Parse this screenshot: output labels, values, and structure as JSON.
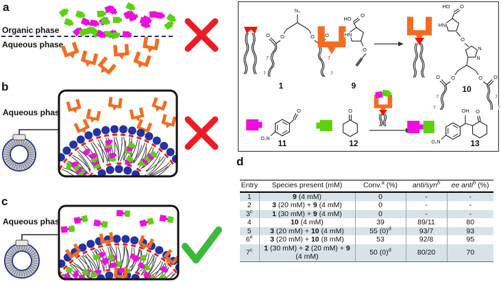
{
  "figure": {
    "panel_a": {
      "label": "a",
      "organic_phase": "Organic phase",
      "aqueous_phase": "Aqueous phase",
      "result_icon": "red-cross"
    },
    "panel_b": {
      "label": "b",
      "aqueous_phase": "Aqueous phase",
      "result_icon": "red-cross"
    },
    "panel_c": {
      "label": "c",
      "aqueous_phase": "Aqueous phase",
      "result_icon": "green-check"
    },
    "panel_d": {
      "label": "d"
    }
  },
  "scheme": {
    "atoms": {
      "n3": "N₃",
      "ho": "HO",
      "o": "O",
      "hn": "HN",
      "n": "N",
      "o2n": "O₂N",
      "oh": "OH",
      "seven": "7"
    },
    "compounds": {
      "c1": "1",
      "c9": "9",
      "c10": "10",
      "c11": "11",
      "c12": "12",
      "c13": "13"
    }
  },
  "table": {
    "headers": [
      [
        {
          "t": "Entry"
        }
      ],
      [
        {
          "t": "Species present (mM)"
        }
      ],
      [
        {
          "t": "Conv."
        },
        {
          "t": "a",
          "sup": true
        },
        {
          "t": " (%)"
        }
      ],
      [
        {
          "t": "anti/syn",
          "i": true
        },
        {
          "t": "b",
          "sup": true,
          "i": true
        }
      ],
      [
        {
          "t": "ee ",
          "i": true
        },
        {
          "t": "anti",
          "i": true
        },
        {
          "t": "b",
          "sup": true,
          "i": true
        },
        {
          "t": " (%)"
        }
      ]
    ],
    "rows": [
      {
        "shade": true,
        "cells": [
          [
            {
              "t": "1"
            }
          ],
          [
            {
              "t": "9",
              "b": true
            },
            {
              "t": " (4 mM)"
            }
          ],
          [
            {
              "t": "0"
            }
          ],
          [
            {
              "t": "-"
            }
          ],
          [
            {
              "t": "-"
            }
          ]
        ]
      },
      {
        "shade": false,
        "cells": [
          [
            {
              "t": "2"
            }
          ],
          [
            {
              "t": "3",
              "b": true
            },
            {
              "t": " (20 mM) + "
            },
            {
              "t": "9",
              "b": true
            },
            {
              "t": " (4 mM)"
            }
          ],
          [
            {
              "t": "0"
            }
          ],
          [
            {
              "t": "-"
            }
          ],
          [
            {
              "t": "-"
            }
          ]
        ]
      },
      {
        "shade": true,
        "cells": [
          [
            {
              "t": "3"
            },
            {
              "t": "c",
              "sup": true
            }
          ],
          [
            {
              "t": "1",
              "b": true
            },
            {
              "t": " (30 mM) + "
            },
            {
              "t": "9",
              "b": true
            },
            {
              "t": " (4 mM)"
            }
          ],
          [
            {
              "t": "0"
            }
          ],
          [
            {
              "t": "-"
            }
          ],
          [
            {
              "t": "-"
            }
          ]
        ]
      },
      {
        "shade": false,
        "cells": [
          [
            {
              "t": "4"
            }
          ],
          [
            {
              "t": "10",
              "b": true
            },
            {
              "t": " (4 mM)"
            }
          ],
          [
            {
              "t": "39"
            }
          ],
          [
            {
              "t": "89/11"
            }
          ],
          [
            {
              "t": "80"
            }
          ]
        ]
      },
      {
        "shade": true,
        "cells": [
          [
            {
              "t": "5"
            }
          ],
          [
            {
              "t": "3",
              "b": true
            },
            {
              "t": " (20 mM) + "
            },
            {
              "t": "10",
              "b": true
            },
            {
              "t": " (4 mM)"
            }
          ],
          [
            {
              "t": "55 (0)"
            },
            {
              "t": "d",
              "sup": true
            }
          ],
          [
            {
              "t": "93/7"
            }
          ],
          [
            {
              "t": "93"
            }
          ]
        ]
      },
      {
        "shade": false,
        "cells": [
          [
            {
              "t": "6"
            },
            {
              "t": "e",
              "sup": true
            }
          ],
          [
            {
              "t": "3",
              "b": true
            },
            {
              "t": " (20 mM) + "
            },
            {
              "t": "10",
              "b": true
            },
            {
              "t": " (8 mM)"
            }
          ],
          [
            {
              "t": "53"
            }
          ],
          [
            {
              "t": "92/8"
            }
          ],
          [
            {
              "t": "95"
            }
          ]
        ]
      },
      {
        "shade": true,
        "cells": [
          [
            {
              "t": "7"
            },
            {
              "t": "c",
              "sup": true
            }
          ],
          [
            {
              "t": "1",
              "b": true
            },
            {
              "t": " (30 mM) + "
            },
            {
              "t": "2",
              "b": true
            },
            {
              "t": " (20 mM) + "
            },
            {
              "t": "9",
              "b": true
            },
            {
              "t": " (4 mM)"
            }
          ],
          [
            {
              "t": "50 (0)"
            },
            {
              "t": "d",
              "sup": true
            }
          ],
          [
            {
              "t": "80/20"
            }
          ],
          [
            {
              "t": "70"
            }
          ]
        ]
      }
    ]
  },
  "colors": {
    "magenta": "#f10ce0",
    "green": "#5ad20e",
    "orange": "#f26d21",
    "anchor_red": "#ee1511",
    "cross_red": "#ed1c24",
    "check_green": "#3cb83c",
    "head_blue": "#2433a1",
    "dash_red": "#e8201a",
    "tail_gray": "#4a4a4a",
    "row_shade": "#d8e3e7",
    "bond": "#222222"
  }
}
